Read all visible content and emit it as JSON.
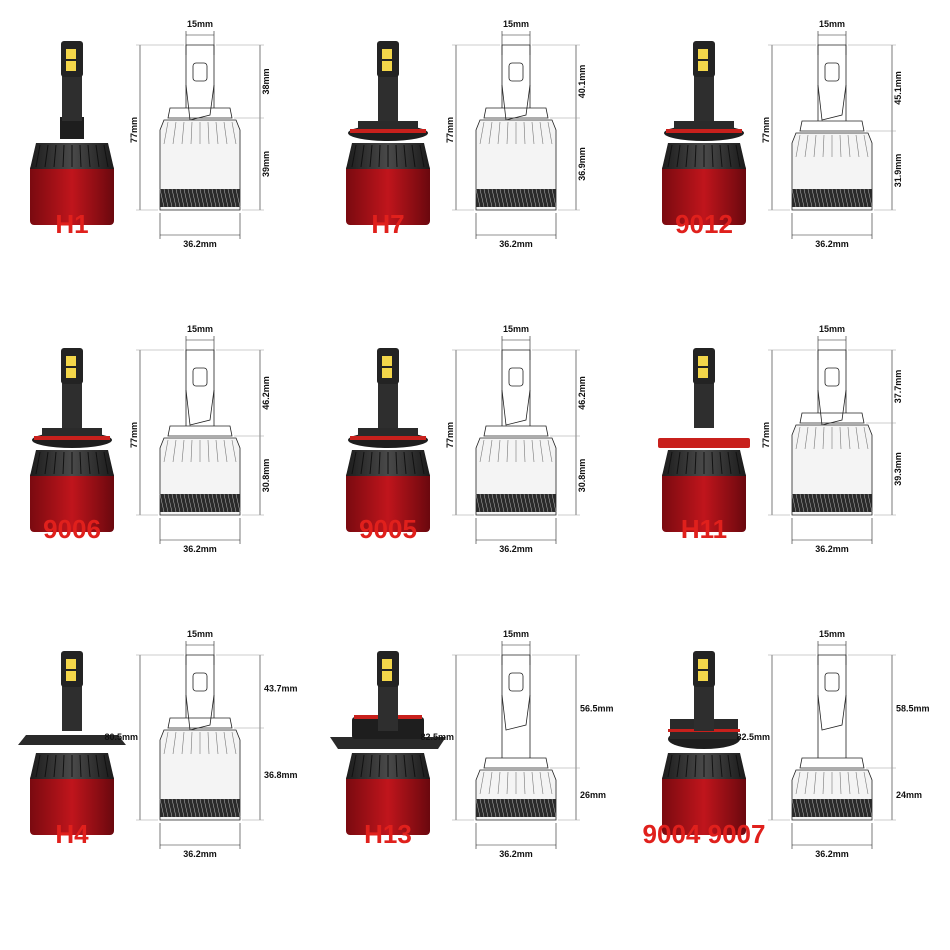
{
  "bulbs": [
    {
      "model": "H1",
      "top_width": "15mm",
      "total": "77mm",
      "upper": "38mm",
      "lower": "39mm",
      "base_width": "36.2mm",
      "style": "h1"
    },
    {
      "model": "H7",
      "top_width": "15mm",
      "total": "77mm",
      "upper": "40.1mm",
      "lower": "36.9mm",
      "base_width": "36.2mm",
      "style": "h7"
    },
    {
      "model": "9012",
      "top_width": "15mm",
      "total": "77mm",
      "upper": "45.1mm",
      "lower": "31.9mm",
      "base_width": "36.2mm",
      "style": "9012"
    },
    {
      "model": "9006",
      "top_width": "15mm",
      "total": "77mm",
      "upper": "46.2mm",
      "lower": "30.8mm",
      "base_width": "36.2mm",
      "style": "9006"
    },
    {
      "model": "9005",
      "top_width": "15mm",
      "total": "77mm",
      "upper": "46.2mm",
      "lower": "30.8mm",
      "base_width": "36.2mm",
      "style": "9005"
    },
    {
      "model": "H11",
      "top_width": "15mm",
      "total": "77mm",
      "upper": "37.7mm",
      "lower": "39.3mm",
      "base_width": "36.2mm",
      "style": "h11"
    },
    {
      "model": "H4",
      "top_width": "15mm",
      "total": "80.5mm",
      "upper": "43.7mm",
      "lower": "36.8mm",
      "base_width": "36.2mm",
      "style": "h4"
    },
    {
      "model": "H13",
      "top_width": "15mm",
      "total": "82.5mm",
      "upper": "56.5mm",
      "lower": "26mm",
      "base_width": "36.2mm",
      "style": "h13"
    },
    {
      "model": "9004 9007",
      "top_width": "15mm",
      "total": "82.5mm",
      "upper": "58.5mm",
      "lower": "24mm",
      "base_width": "36.2mm",
      "style": "9004"
    }
  ],
  "colors": {
    "label": "#e0201c",
    "heatsink_red": "#c0151c",
    "heatsink_dark": "#3a3a3a",
    "chip": "#f3d64a",
    "line": "#222222"
  }
}
